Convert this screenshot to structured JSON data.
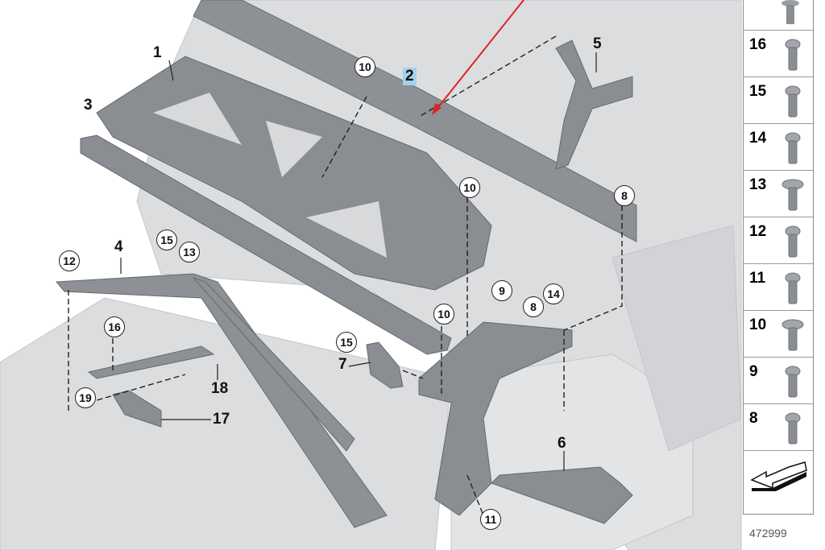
{
  "diagram": {
    "callouts": [
      {
        "text": "1",
        "style": "plain"
      },
      {
        "text": "2",
        "style": "highlight"
      },
      {
        "text": "3",
        "style": "plain"
      },
      {
        "text": "4",
        "style": "plain"
      },
      {
        "text": "5",
        "style": "plain"
      },
      {
        "text": "6",
        "style": "plain"
      },
      {
        "text": "7",
        "style": "plain"
      },
      {
        "text": "17",
        "style": "plain"
      },
      {
        "text": "18",
        "style": "plain"
      },
      {
        "text": "10",
        "style": "circle"
      },
      {
        "text": "10",
        "style": "circle"
      },
      {
        "text": "10",
        "style": "circle"
      },
      {
        "text": "8",
        "style": "circle"
      },
      {
        "text": "8",
        "style": "circle"
      },
      {
        "text": "9",
        "style": "circle"
      },
      {
        "text": "14",
        "style": "circle"
      },
      {
        "text": "15",
        "style": "circle"
      },
      {
        "text": "15",
        "style": "circle"
      },
      {
        "text": "13",
        "style": "circle"
      },
      {
        "text": "12",
        "style": "circle"
      },
      {
        "text": "16",
        "style": "circle"
      },
      {
        "text": "19",
        "style": "circle"
      },
      {
        "text": "11",
        "style": "circle"
      }
    ],
    "pointer_color": "#e02020",
    "part_color": "#8a8d91",
    "background_part_color": "#d9dadc"
  },
  "legend": {
    "items": [
      {
        "num": "16",
        "icon": "hex-bolt-icon"
      },
      {
        "num": "15",
        "icon": "stud-bolt-icon"
      },
      {
        "num": "14",
        "icon": "collar-bolt-icon"
      },
      {
        "num": "13",
        "icon": "washer-bolt-icon"
      },
      {
        "num": "12",
        "icon": "round-head-bolt-icon"
      },
      {
        "num": "11",
        "icon": "hex-bolt-icon"
      },
      {
        "num": "10",
        "icon": "washer-bolt-icon"
      },
      {
        "num": "9",
        "icon": "hex-flange-bolt-icon"
      },
      {
        "num": "8",
        "icon": "collar-bolt-icon"
      }
    ],
    "catalog_number": "472999"
  }
}
